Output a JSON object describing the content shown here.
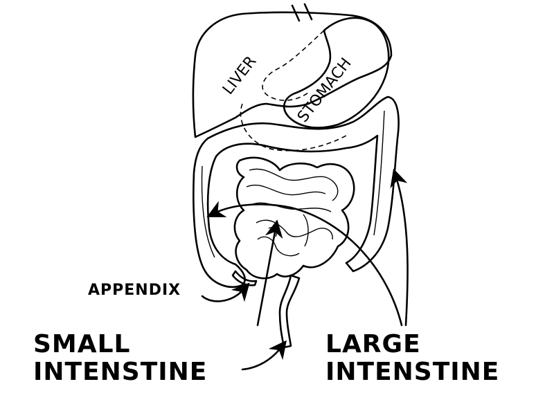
{
  "labels": {
    "liver": "LIVER",
    "stomach": "STOMACH",
    "appendix": "APPENDIX",
    "small_line1": "SMALL",
    "small_line2": "INTENSTINE",
    "large_line1": "LARGE",
    "large_line2": "INTENSTINE"
  },
  "colors": {
    "ink": "#000000",
    "paper": "#ffffff"
  }
}
